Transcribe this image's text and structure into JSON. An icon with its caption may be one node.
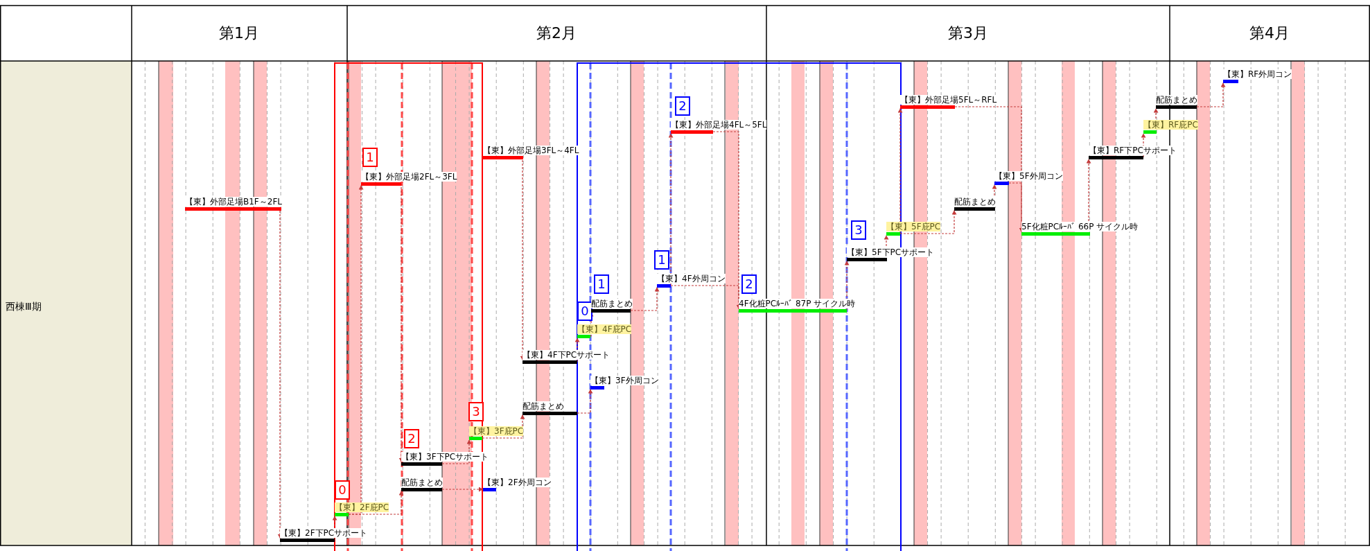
{
  "diagram": {
    "nodes": [
      {
        "text": [
          "【東】外部足場B1F～2FL"
        ]
      },
      {
        "text": [
          "【東】2F下PCサポート"
        ]
      },
      {
        "text": [
          "0"
        ]
      },
      {
        "text": [
          "【東】2F庇PC"
        ]
      },
      {
        "text": [
          "1"
        ]
      },
      {
        "text": [
          "【東】外部足場2FL～3FL"
        ]
      },
      {
        "text": [
          "2"
        ]
      },
      {
        "text": [
          "【東】3F下PCサポート"
        ]
      },
      {
        "text": [
          "配筋まとめ"
        ]
      },
      {
        "text": [
          "3"
        ]
      },
      {
        "text": [
          "【東】3F庇PC"
        ]
      },
      {
        "text": [
          "【東】2F外周コン"
        ]
      },
      {
        "text": [
          "【東】外部足場3FL～4FL"
        ]
      },
      {
        "text": [
          "【東】4F下PCサポート"
        ]
      },
      {
        "text": [
          "配筋まとめ"
        ]
      },
      {
        "text": [
          "0"
        ]
      },
      {
        "text": [
          "【東】4F庇PC"
        ]
      },
      {
        "text": [
          "1"
        ]
      },
      {
        "text": [
          "配筋まとめ"
        ]
      },
      {
        "text": [
          "【東】3F外周コン"
        ]
      },
      {
        "text": [
          "1"
        ]
      },
      {
        "text": [
          "【東】4F外周コン"
        ]
      },
      {
        "text": [
          "2"
        ]
      },
      {
        "text": [
          "【東】外部足場4FL～5FL"
        ]
      },
      {
        "text": [
          "2"
        ]
      },
      {
        "text": [
          "4F化粧PCﾙｰﾊﾞ 87P サイクル時"
        ]
      },
      {
        "text": [
          "3"
        ]
      },
      {
        "text": [
          "【東】5F下PCサポート"
        ]
      },
      {
        "text": [
          "【東】5F庇PC"
        ]
      },
      {
        "text": [
          "【東】外部足場5FL～RFL"
        ]
      },
      {
        "text": [
          "配筋まとめ"
        ]
      },
      {
        "text": [
          "【東】5F外周コン"
        ]
      },
      {
        "text": [
          "5F化粧PCﾙｰﾊﾞ 66P サイクル時"
        ]
      },
      {
        "text": [
          "【東】RF下PCサポート"
        ]
      },
      {
        "text": [
          "【東】RF庇PC"
        ]
      },
      {
        "text": [
          "配筋まとめ"
        ]
      },
      {
        "text": [
          "【東】RF外周コン"
        ]
      }
    ],
    "edges": [
      {
        "from": 0,
        "to": 1,
        "arrow": "to"
      },
      {
        "from": 1,
        "to": 3,
        "arrow": "to"
      },
      {
        "from": 3,
        "to": 5,
        "arrow": "to"
      },
      {
        "from": 3,
        "to": 8,
        "arrow": "to"
      },
      {
        "from": 5,
        "to": 7,
        "arrow": "to"
      },
      {
        "from": 7,
        "to": 10,
        "arrow": "to"
      },
      {
        "from": 8,
        "to": 11,
        "arrow": "to"
      },
      {
        "from": 10,
        "to": 14,
        "arrow": "to"
      },
      {
        "from": 12,
        "to": 13,
        "arrow": "to"
      },
      {
        "from": 13,
        "to": 16,
        "arrow": "to"
      },
      {
        "from": 14,
        "to": 19,
        "arrow": "to"
      },
      {
        "from": 16,
        "to": 18,
        "arrow": "to"
      },
      {
        "from": 18,
        "to": 21,
        "arrow": "to"
      },
      {
        "from": 21,
        "to": 23,
        "arrow": "to"
      },
      {
        "from": 21,
        "to": 25,
        "arrow": "to"
      },
      {
        "from": 23,
        "to": 25,
        "arrow": "to"
      },
      {
        "from": 25,
        "to": 27,
        "arrow": "to"
      },
      {
        "from": 27,
        "to": 28,
        "arrow": "to"
      },
      {
        "from": 28,
        "to": 30,
        "arrow": "to"
      },
      {
        "from": 28,
        "to": 29,
        "arrow": "to"
      },
      {
        "from": 30,
        "to": 31,
        "arrow": "to"
      },
      {
        "from": 31,
        "to": 32,
        "arrow": "to"
      },
      {
        "from": 29,
        "to": 32,
        "arrow": "to"
      },
      {
        "from": 32,
        "to": 33,
        "arrow": "to"
      },
      {
        "from": 33,
        "to": 34,
        "arrow": "to"
      },
      {
        "from": 34,
        "to": 35,
        "arrow": "to"
      },
      {
        "from": 35,
        "to": 36,
        "arrow": "to"
      }
    ],
    "labels": [
      "第1月",
      "第2月",
      "第3月",
      "第4月",
      "西棟Ⅲ期"
    ]
  }
}
